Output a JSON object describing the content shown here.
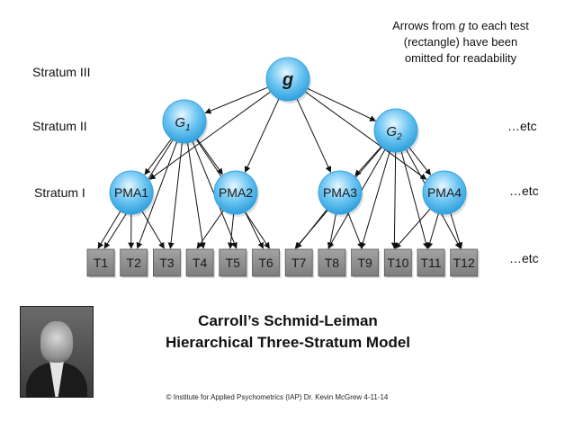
{
  "note": {
    "line1_pre": "Arrows from ",
    "line1_g": "g",
    "line1_post": " to each test",
    "line2": "(rectangle) have been",
    "line3": "omitted for readability"
  },
  "strata": {
    "s3": "Stratum III",
    "s2": "Stratum II",
    "s1": "Stratum I"
  },
  "etc": {
    "s2": "…etc",
    "s1": "…etc",
    "tests": "…etc"
  },
  "nodes": {
    "g": "g",
    "G1": {
      "base": "G",
      "sub": "1"
    },
    "G2": {
      "base": "G",
      "sub": "2"
    },
    "pma": [
      "PMA1",
      "PMA2",
      "PMA3",
      "PMA4"
    ]
  },
  "tests": [
    "T1",
    "T2",
    "T3",
    "T4",
    "T5",
    "T6",
    "T7",
    "T8",
    "T9",
    "T10",
    "T11",
    "T12"
  ],
  "title": {
    "line1": "Carroll’s Schmid-Leiman",
    "line2": "Hierarchical Three-Stratum Model"
  },
  "footer": "© Institute for Applied Psychometrics (IAP) Dr. Kevin McGrew  4-11-14",
  "colors": {
    "node_fill": "#4fb3ea",
    "node_highlight": "#c9ecff",
    "test_fill": "#8a8a8a",
    "arrow": "#111111"
  }
}
